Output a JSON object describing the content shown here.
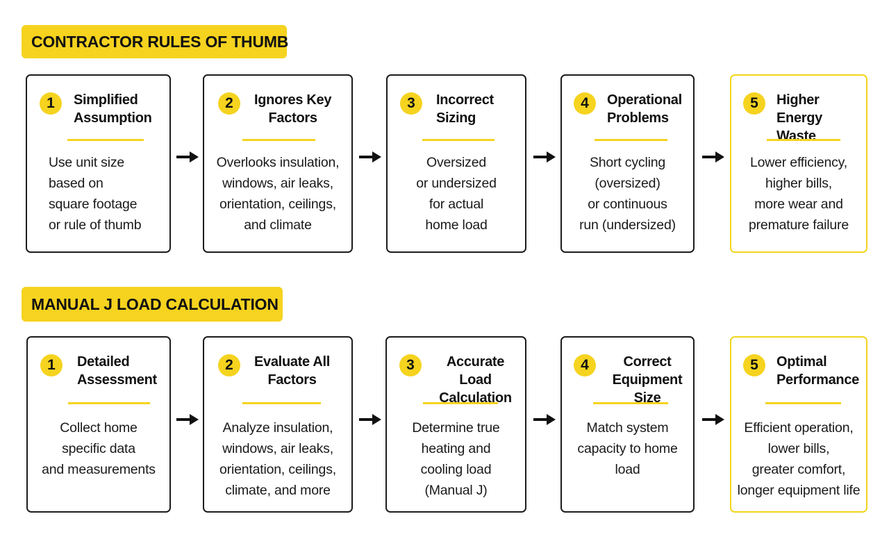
{
  "sections": [
    {
      "label": "CONTRACTOR RULES OF THUMB",
      "steps": [
        {
          "number": "1",
          "title": "Simplified\nAssumption",
          "body": "Use unit size\nbased on\nsquare footage\nor rule of thumb"
        },
        {
          "number": "2",
          "title": "Ignores Key\nFactors",
          "body": "Overlooks insulation,\nwindows, air leaks,\norientation, ceilings,\nand climate"
        },
        {
          "number": "3",
          "title": "Incorrect\nSizing",
          "body": "Oversized\nor undersized\nfor actual\nhome load"
        },
        {
          "number": "4",
          "title": "Operational\nProblems",
          "body": "Short cycling\n(oversized)\nor continuous\nrun (undersized)"
        },
        {
          "number": "5",
          "title": "Higher Energy\nWaste",
          "body": "Lower efficiency,\nhigher bills,\nmore wear and\npremature failure"
        }
      ]
    },
    {
      "label": "MANUAL J LOAD CALCULATION",
      "steps": [
        {
          "number": "1",
          "title": "Detailed\nAssessment",
          "body": "Collect home\nspecific data\nand measurements"
        },
        {
          "number": "2",
          "title": "Evaluate All\nFactors",
          "body": "Analyze insulation,\nwindows, air leaks,\norientation, ceilings,\nclimate, and more"
        },
        {
          "number": "3",
          "title": "Accurate\nLoad Calculation",
          "body": "Determine true\nheating and\ncooling load\n(Manual J)"
        },
        {
          "number": "4",
          "title": "Correct\nEquipment Size",
          "body": "Match system\ncapacity to home\nload"
        },
        {
          "number": "5",
          "title": "Optimal\nPerformance",
          "body": "Efficient operation,\nlower bills,\ngreater comfort,\nlonger equipment life"
        }
      ]
    }
  ],
  "colors": {
    "accent": "#f5d31f",
    "box_border": "#1c1c1c",
    "final_box_border": "#f2d51c",
    "text": "#1a1a1a"
  },
  "icons": {
    "step_connector": "right-arrow-icon"
  }
}
